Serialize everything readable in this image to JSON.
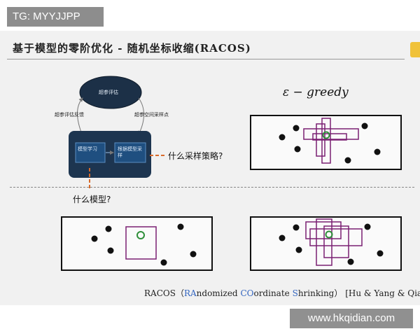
{
  "overlay": {
    "tg_badge": "TG: MYYJJPP",
    "watermark": "www.hkqidian.com"
  },
  "slide": {
    "title": "基于模型的零阶优化 - 随机坐标收缩(RACOS)",
    "diagram": {
      "top_node": "超参评估",
      "left_arrow_label": "超参评估反馈",
      "right_arrow_label": "超参空间采样点",
      "model_box": "模型学习",
      "sample_box": "根据模型采样"
    },
    "question_sampling": "什么采样策略?",
    "question_model": "什么模型?",
    "greedy_label": "ε − greedy",
    "footer": {
      "prefix": "RACOS（",
      "ra": "RA",
      "ndomized": "ndomized ",
      "co": "CO",
      "ordinate": "ordinate ",
      "s": "S",
      "hrinking": "hrinking）",
      "citation": "[Hu & Yang & Qian]"
    },
    "colors": {
      "accent": "#f0c23a",
      "model_panel": "#1d3550",
      "arrow_orange": "#d86a2a",
      "region_purple": "#7a1f73",
      "optimum_green": "#2f8f3a"
    }
  }
}
